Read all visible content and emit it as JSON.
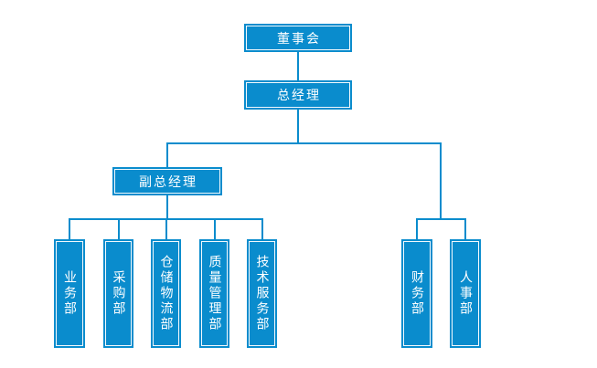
{
  "diagram": {
    "kind": "org-chart",
    "accent_color": "#0a8ccd",
    "node_text_color": "#ffffff",
    "background_color": "#ffffff",
    "nodes": {
      "board": {
        "label": "董事会"
      },
      "general_manager": {
        "label": "总经理"
      },
      "deputy_general_manager": {
        "label": "副总经理"
      },
      "business_dept": {
        "label": "业务部"
      },
      "procurement_dept": {
        "label": "采购部"
      },
      "warehouse_logistics_dept": {
        "label": "仓储物流部"
      },
      "quality_management_dept": {
        "label": "质量管理部"
      },
      "technical_service_dept": {
        "label": "技术服务部"
      },
      "finance_dept": {
        "label": "财务部"
      },
      "hr_dept": {
        "label": "人事部"
      }
    },
    "edges": [
      {
        "from": "board",
        "to": "general_manager"
      },
      {
        "from": "general_manager",
        "to": "deputy_general_manager"
      },
      {
        "from": "deputy_general_manager",
        "to": "business_dept"
      },
      {
        "from": "deputy_general_manager",
        "to": "procurement_dept"
      },
      {
        "from": "deputy_general_manager",
        "to": "warehouse_logistics_dept"
      },
      {
        "from": "deputy_general_manager",
        "to": "quality_management_dept"
      },
      {
        "from": "deputy_general_manager",
        "to": "technical_service_dept"
      },
      {
        "from": "general_manager",
        "to": "finance_dept"
      },
      {
        "from": "general_manager",
        "to": "hr_dept"
      }
    ]
  }
}
